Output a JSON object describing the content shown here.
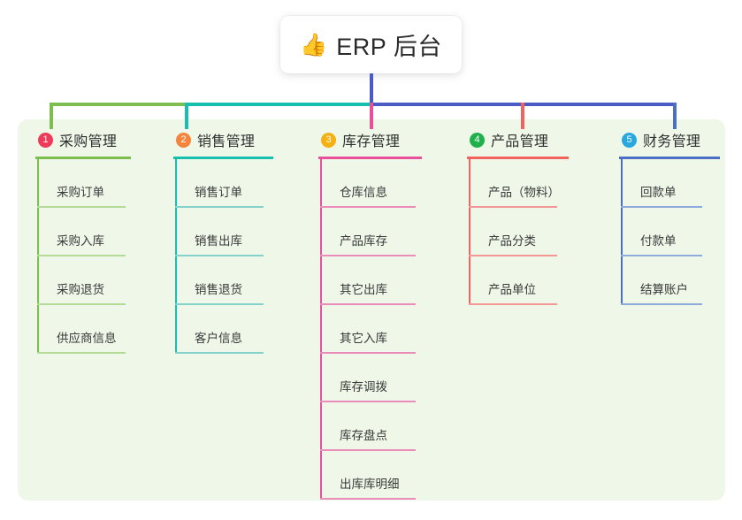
{
  "root": {
    "emoji": "👍",
    "emoji_name": "thumbs-up-icon",
    "title": "ERP 后台"
  },
  "theme": {
    "page_background": "#ffffff",
    "panel_background": "#eef7e8",
    "trunk_color": "#4a5bc4",
    "bar_left_color": "#7cbe4f",
    "bar_mid_color": "#17bfae",
    "bar_right_color": "#4a5bc4"
  },
  "columns": [
    {
      "index": "1",
      "title": "采购管理",
      "badge_color": "#ee3b5b",
      "line_color": "#7cbe4f",
      "item_line_color": "#b5dc97",
      "items": [
        {
          "label": "采购订单"
        },
        {
          "label": "采购入库"
        },
        {
          "label": "采购退货"
        },
        {
          "label": "供应商信息"
        }
      ]
    },
    {
      "index": "2",
      "title": "销售管理",
      "badge_color": "#f5843c",
      "line_color": "#17bfae",
      "item_line_color": "#84d2cb",
      "items": [
        {
          "label": "销售订单"
        },
        {
          "label": "销售出库"
        },
        {
          "label": "销售退货"
        },
        {
          "label": "客户信息"
        }
      ]
    },
    {
      "index": "3",
      "title": "库存管理",
      "badge_color": "#f5b013",
      "line_color": "#e8509a",
      "item_line_color": "#eb8cba",
      "items": [
        {
          "label": "仓库信息"
        },
        {
          "label": "产品库存"
        },
        {
          "label": "其它出库"
        },
        {
          "label": "其它入库"
        },
        {
          "label": "库存调拨"
        },
        {
          "label": "库存盘点"
        },
        {
          "label": "出库库明细"
        }
      ]
    },
    {
      "index": "4",
      "title": "产品管理",
      "badge_color": "#1fb24c",
      "line_color": "#f4625f",
      "item_line_color": "#f39896",
      "items": [
        {
          "label": "产品（物料）"
        },
        {
          "label": "产品分类"
        },
        {
          "label": "产品单位"
        }
      ]
    },
    {
      "index": "5",
      "title": "财务管理",
      "badge_color": "#29a8e0",
      "line_color": "#4a6fc4",
      "item_line_color": "#8fabdd",
      "items": [
        {
          "label": "回款单"
        },
        {
          "label": "付款单"
        },
        {
          "label": "结算账户"
        }
      ]
    }
  ]
}
